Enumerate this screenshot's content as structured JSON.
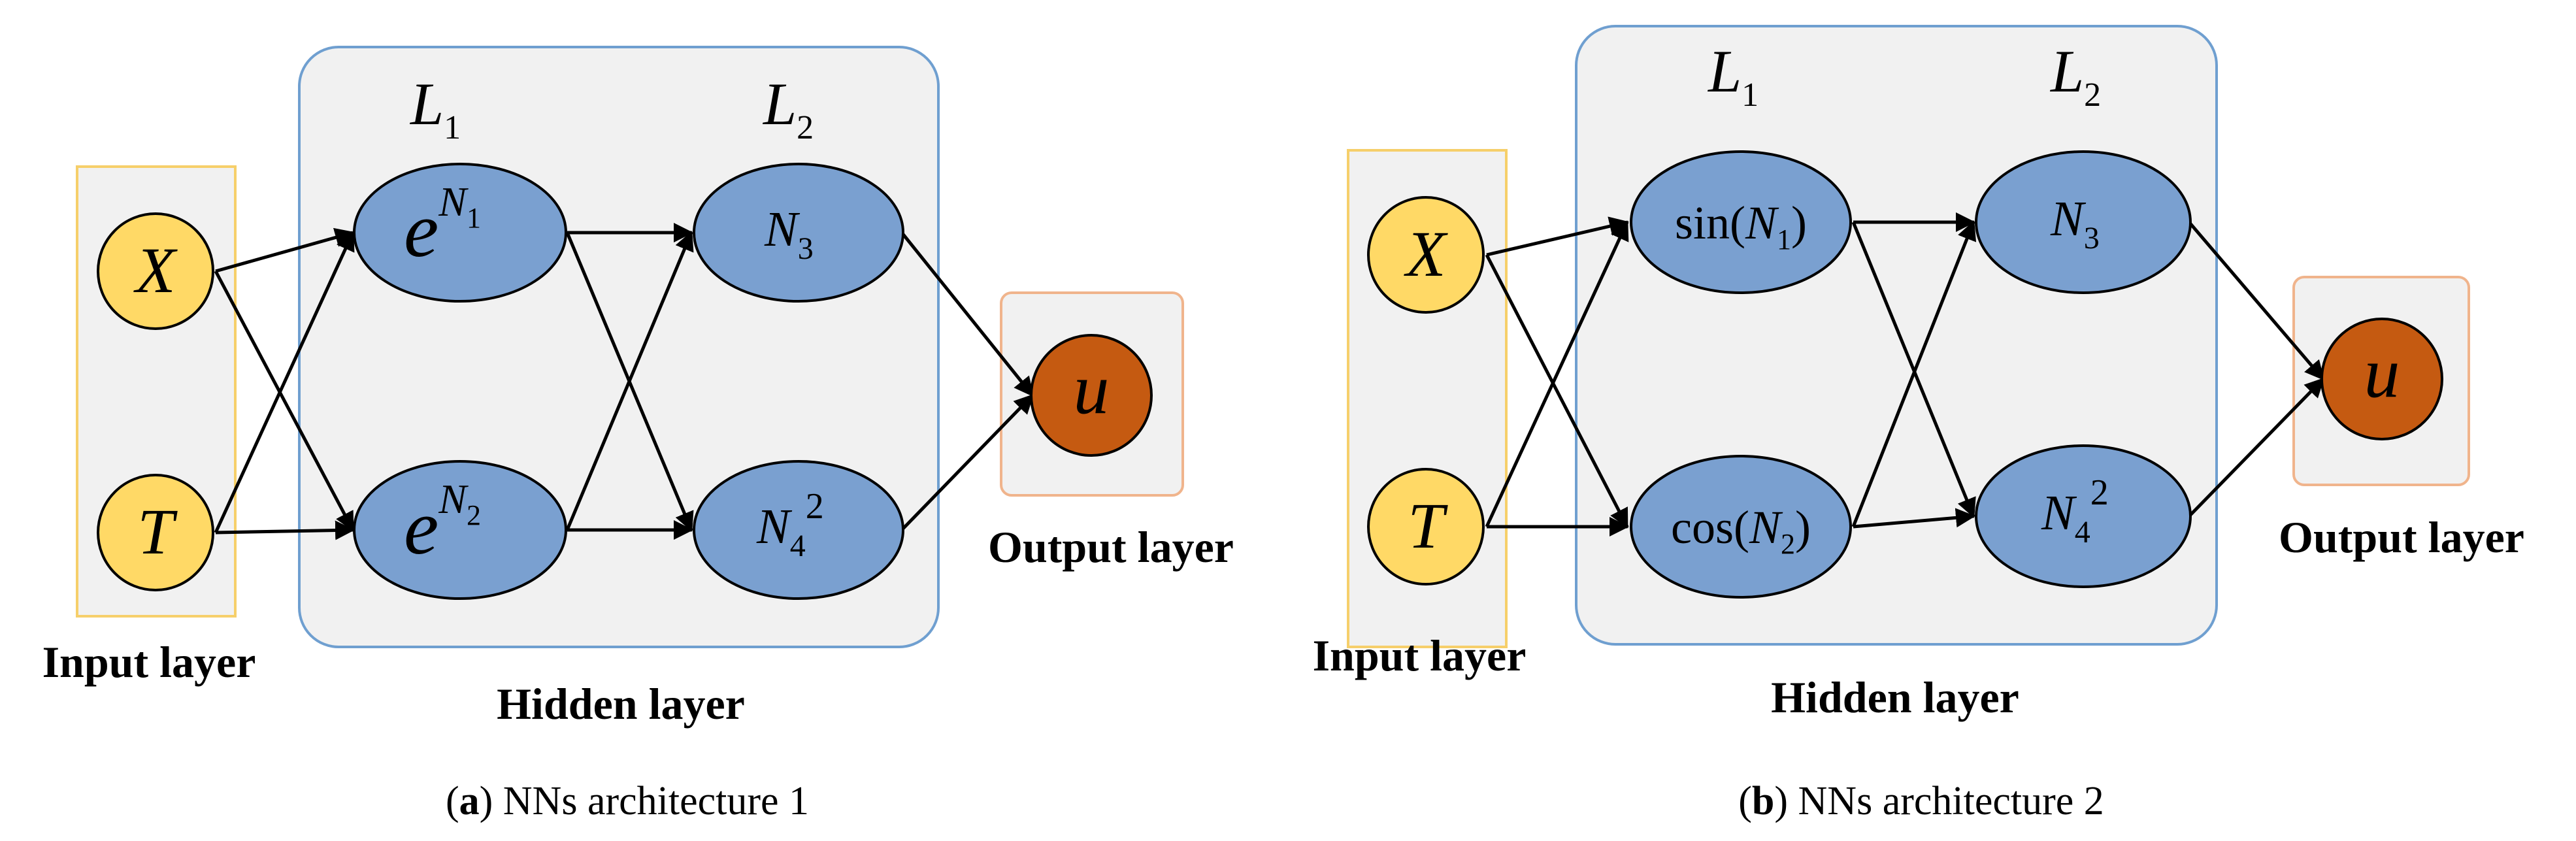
{
  "colors": {
    "input_fill": "#f1f1f1",
    "input_border": "#f6cf6a",
    "hidden_fill": "#f1f1f1",
    "hidden_border": "#6f9fd0",
    "output_border": "#f0b48c",
    "xt_node_fill": "#ffd966",
    "hidden_node_fill": "#7aa0d0",
    "output_node_fill": "#c55a11",
    "edge": "#000000"
  },
  "panels": [
    {
      "layer_titles": {
        "L1": "L",
        "L1_sub": "1",
        "L2": "L",
        "L2_sub": "2"
      },
      "inputs": {
        "x": "X",
        "t": "T"
      },
      "hidden": {
        "n1": {
          "base": "e",
          "sup": "N",
          "sup_sub": "1"
        },
        "n2": {
          "base": "e",
          "sup": "N",
          "sup_sub": "2"
        },
        "n3": {
          "base": "N",
          "sub": "3"
        },
        "n4": {
          "base": "N",
          "sub": "4",
          "sup": "2"
        }
      },
      "output": "u",
      "labels": {
        "input": "Input layer",
        "hidden": "Hidden layer",
        "output": "Output layer"
      },
      "caption": {
        "letter": "a",
        "text": "NNs architecture 1"
      }
    },
    {
      "layer_titles": {
        "L1": "L",
        "L1_sub": "1",
        "L2": "L",
        "L2_sub": "2"
      },
      "inputs": {
        "x": "X",
        "t": "T"
      },
      "hidden": {
        "n1": {
          "fn": "sin(",
          "arg": "N",
          "sub": "1",
          "close": ")"
        },
        "n2": {
          "fn": "cos(",
          "arg": "N",
          "sub": "2",
          "close": ")"
        },
        "n3": {
          "base": "N",
          "sub": "3"
        },
        "n4": {
          "base": "N",
          "sub": "4",
          "sup": "2"
        }
      },
      "output": "u",
      "labels": {
        "input": "Input layer",
        "hidden": "Hidden layer",
        "output": "Output layer"
      },
      "caption": {
        "letter": "b",
        "text": "NNs architecture 2"
      }
    }
  ]
}
